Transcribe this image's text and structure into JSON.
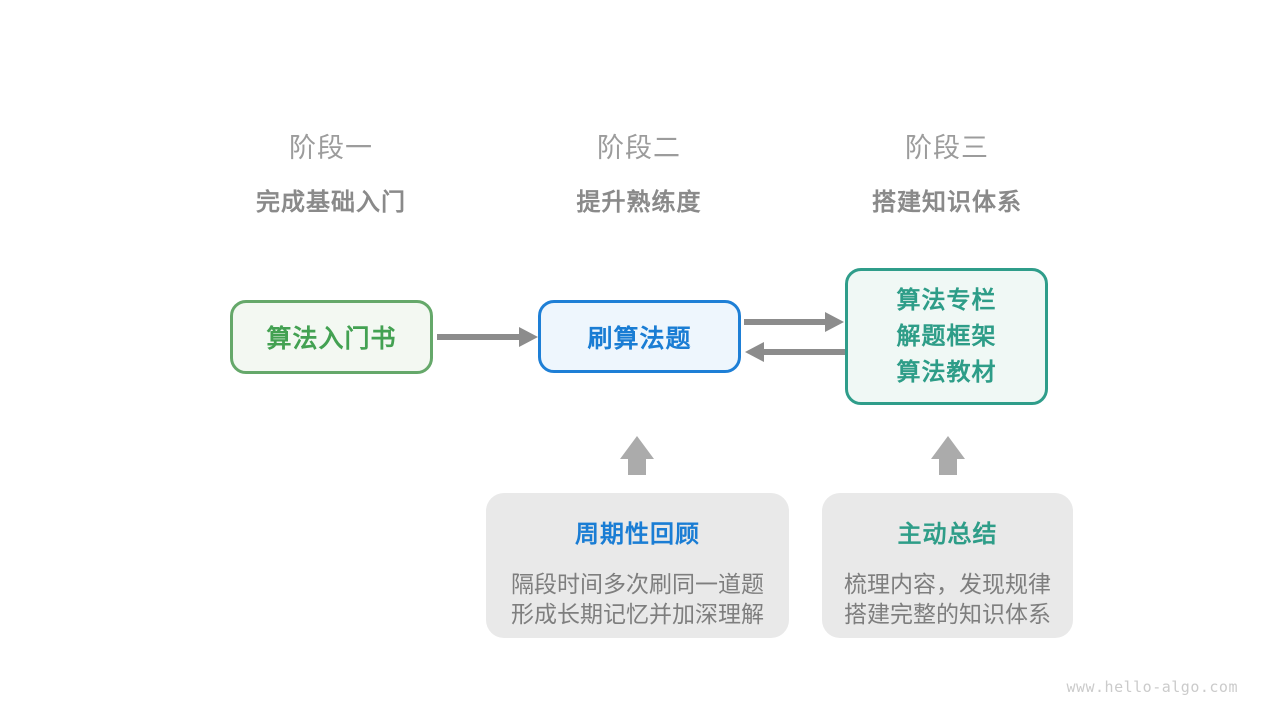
{
  "colors": {
    "stage_title": "#9C9C9C",
    "stage_subtitle": "#8A8A8A",
    "green_border": "#65A86A",
    "green_text": "#43A152",
    "green_fill": "#F3F8F2",
    "blue_border": "#1E7FD6",
    "blue_text": "#1A7DD4",
    "blue_fill": "#EEF6FD",
    "teal_border": "#2F9D8A",
    "teal_text": "#2E9D88",
    "teal_fill": "#F0F8F5",
    "note_fill": "#E9E9E9",
    "note_body_text": "#7E7E7E",
    "flow_arrow": "#8C8C8C",
    "block_arrow": "#ABABAB",
    "watermark": "#CBCBCB"
  },
  "stages": [
    {
      "title": "阶段一",
      "subtitle": "完成基础入门"
    },
    {
      "title": "阶段二",
      "subtitle": "提升熟练度"
    },
    {
      "title": "阶段三",
      "subtitle": "搭建知识体系"
    }
  ],
  "nodes": {
    "beginner_book": {
      "label": "算法入门书"
    },
    "practice": {
      "label": "刷算法题"
    },
    "knowledge": {
      "lines": [
        "算法专栏",
        "解题框架",
        "算法教材"
      ]
    }
  },
  "notes": [
    {
      "title": "周期性回顾",
      "lines": [
        "隔段时间多次刷同一道题",
        "形成长期记忆并加深理解"
      ]
    },
    {
      "title": "主动总结",
      "lines": [
        "梳理内容，发现规律",
        "搭建完整的知识体系"
      ]
    }
  ],
  "watermark": "www.hello-algo.com"
}
